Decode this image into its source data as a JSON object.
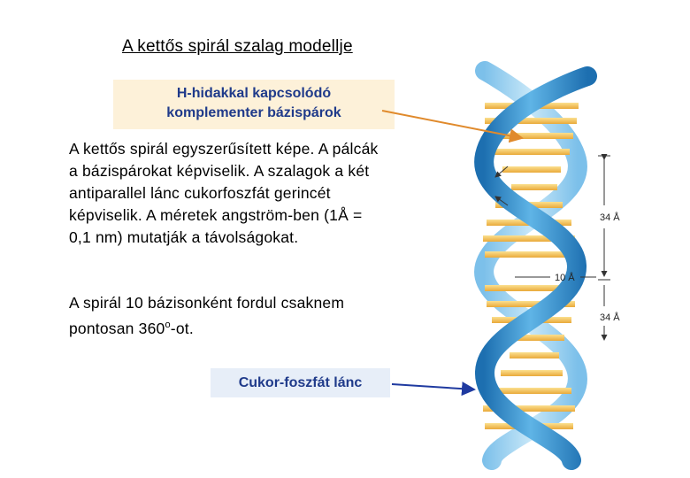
{
  "title": "A kettős spirál szalag modellje",
  "callout_top": {
    "line1": "H-hidakkal kapcsolódó",
    "line2": "komplementer bázispárok"
  },
  "description": {
    "line1": "A kettős spirál egyszerűsített képe. A pálcák",
    "line2": "a bázispárokat képviselik. A szalagok a két",
    "line3": "antiparallel lánc cukorfoszfát gerincét",
    "line4": "képviselik. A méretek angström-ben (1Å  =",
    "line5": "0,1 nm) mutatják a távolságokat."
  },
  "rotation_note": {
    "line1": "A spirál 10 bázisonként fordul csaknem",
    "line2_prefix": "pontosan 360",
    "line2_degree": "o",
    "line2_suffix": "-ot."
  },
  "callout_bottom": "Cukor-foszfát lánc",
  "measurements": {
    "pitch_top": "34 Å",
    "width": "10 Å",
    "pitch_bottom": "34 Å"
  },
  "colors": {
    "strand": "#2a86c8",
    "strand_light": "#9fd2f0",
    "base_pair": "#f5c45a",
    "callout_text": "#1f3a8a",
    "arrow_top": "#e08a2c",
    "arrow_bottom": "#1f3aa0"
  }
}
